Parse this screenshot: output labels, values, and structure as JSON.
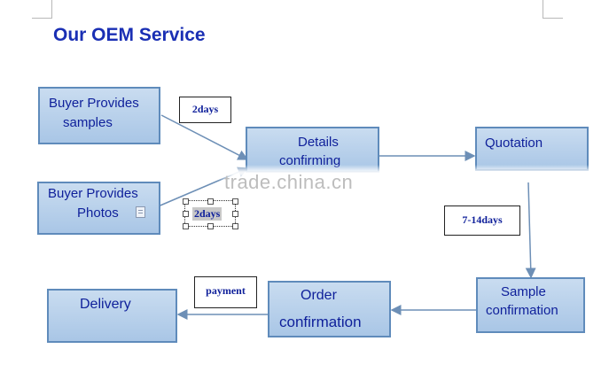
{
  "title": "Our OEM Service",
  "steps": {
    "buyer_samples": [
      "Buyer Provides",
      "samples"
    ],
    "buyer_photos": [
      "Buyer Provides",
      "Photos"
    ],
    "details": [
      "Details",
      "confirming"
    ],
    "quotation": "Quotation",
    "sample_confirmation": [
      "Sample",
      "confirmation"
    ],
    "order_confirmation": [
      "Order",
      "confirmation"
    ],
    "delivery": "Delivery"
  },
  "durations": {
    "samples_to_details": "2days",
    "photos_to_details": "2days",
    "quotation_to_sample": "7-14days",
    "order_to_delivery": "payment"
  },
  "watermark": "trade.china.cn",
  "colors": {
    "box_fill": "#b9d1ec",
    "box_border": "#5f8bbb",
    "text": "#0e1f9a",
    "title": "#1a2fb4",
    "arrow": "#6d8fb6"
  }
}
